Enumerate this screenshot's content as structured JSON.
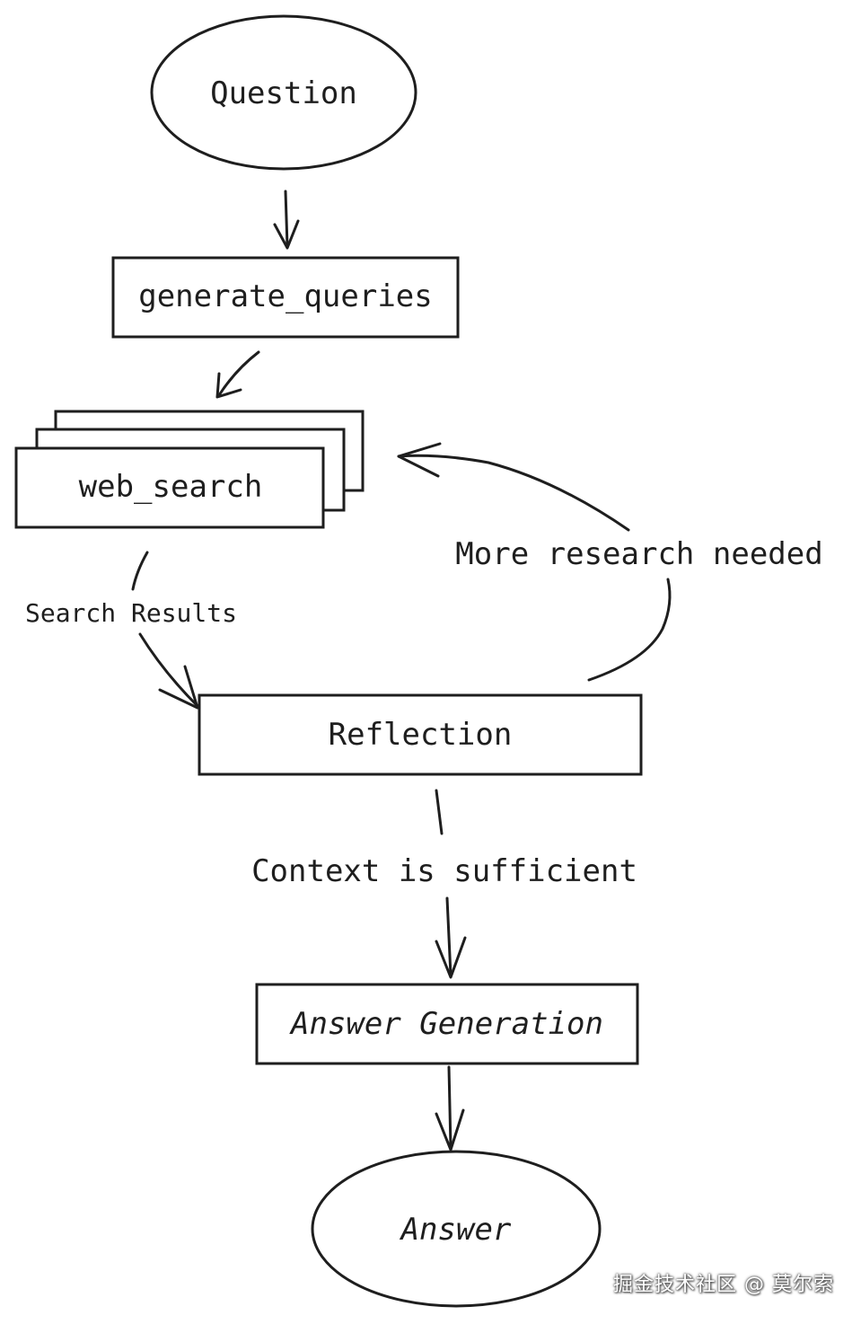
{
  "nodes": {
    "question": "Question",
    "generate_queries": "generate_queries",
    "web_search": "web_search",
    "reflection": "Reflection",
    "answer_generation": "Answer Generation",
    "answer": "Answer"
  },
  "edges": {
    "search_results": "Search Results",
    "more_research": "More research needed",
    "context_sufficient": "Context is sufficient"
  },
  "watermark": "掘金技术社区 @ 莫尔索",
  "colors": {
    "stroke": "#1e1e1e",
    "background": "#ffffff"
  }
}
